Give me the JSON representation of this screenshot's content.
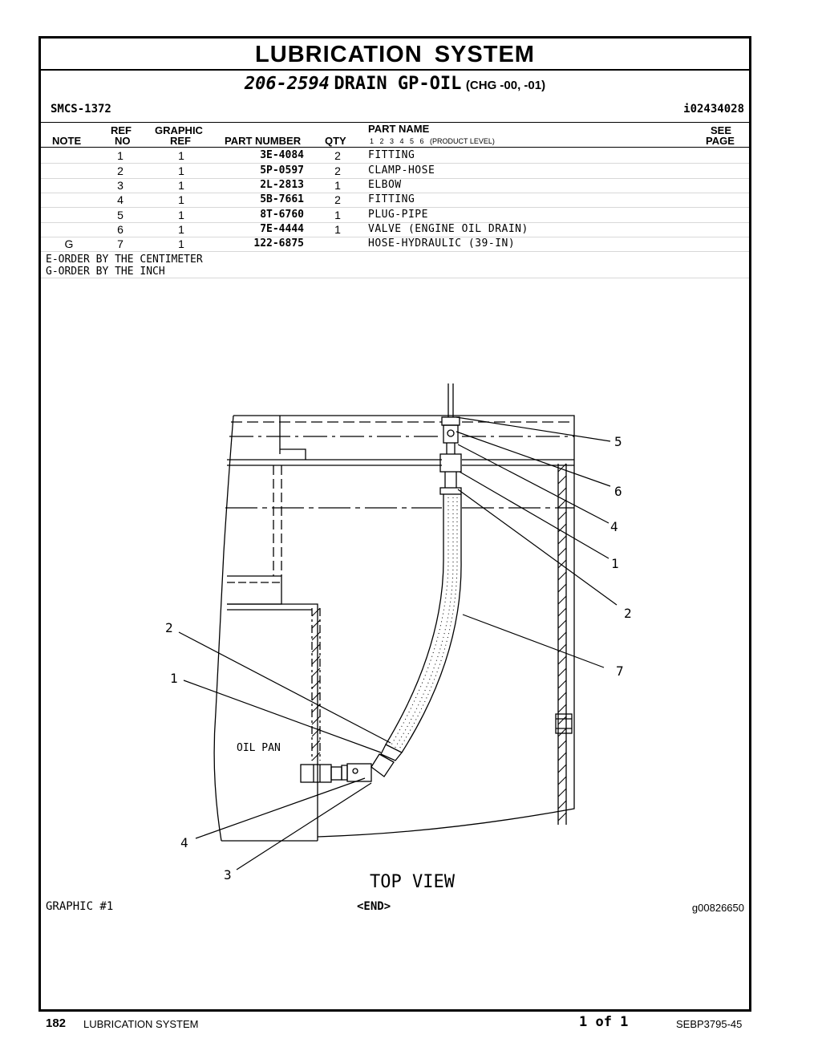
{
  "header": {
    "title": "LUBRICATION SYSTEM",
    "part_group_number": "206-2594",
    "part_group_name": "DRAIN GP-OIL",
    "change_level": "(CHG -00, -01)",
    "smcs": "SMCS-1372",
    "illustration_id": "i02434028"
  },
  "columns": {
    "note": "NOTE",
    "ref_no_top": "REF",
    "ref_no_bottom": "NO",
    "graphic_ref_top": "GRAPHIC",
    "graphic_ref_bottom": "REF",
    "part_number": "PART NUMBER",
    "qty": "QTY",
    "part_name": "PART NAME",
    "product_levels": "1   2   3   4   5   6   (PRODUCT LEVEL)",
    "see_page_top": "SEE",
    "see_page_bottom": "PAGE"
  },
  "parts": [
    {
      "note": "",
      "ref": "1",
      "graphic": "1",
      "part_number": "3E-4084",
      "qty": "2",
      "name": "FITTING"
    },
    {
      "note": "",
      "ref": "2",
      "graphic": "1",
      "part_number": "5P-0597",
      "qty": "2",
      "name": "CLAMP-HOSE"
    },
    {
      "note": "",
      "ref": "3",
      "graphic": "1",
      "part_number": "2L-2813",
      "qty": "1",
      "name": "ELBOW"
    },
    {
      "note": "",
      "ref": "4",
      "graphic": "1",
      "part_number": "5B-7661",
      "qty": "2",
      "name": "FITTING"
    },
    {
      "note": "",
      "ref": "5",
      "graphic": "1",
      "part_number": "8T-6760",
      "qty": "1",
      "name": "PLUG-PIPE"
    },
    {
      "note": "",
      "ref": "6",
      "graphic": "1",
      "part_number": "7E-4444",
      "qty": "1",
      "name": "VALVE (ENGINE OIL DRAIN)"
    },
    {
      "note": "G",
      "ref": "7",
      "graphic": "1",
      "part_number": "122-6875",
      "qty": "",
      "name": "HOSE-HYDRAULIC (39-IN)"
    }
  ],
  "notes": [
    "E-ORDER BY THE CENTIMETER",
    "G-ORDER BY THE INCH"
  ],
  "drawing": {
    "view_label": "TOP VIEW",
    "oil_pan_label": "OIL PAN",
    "callouts_right": [
      "5",
      "6",
      "4",
      "1",
      "2",
      "7"
    ],
    "callouts_left": [
      "2",
      "1",
      "4",
      "3"
    ]
  },
  "graphic_label": "GRAPHIC #1",
  "end_label": "<END>",
  "graphic_id": "g00826650",
  "footer": {
    "page_number": "182",
    "section": "LUBRICATION SYSTEM",
    "page_of": "1 of 1",
    "document": "SEBP3795-45"
  }
}
